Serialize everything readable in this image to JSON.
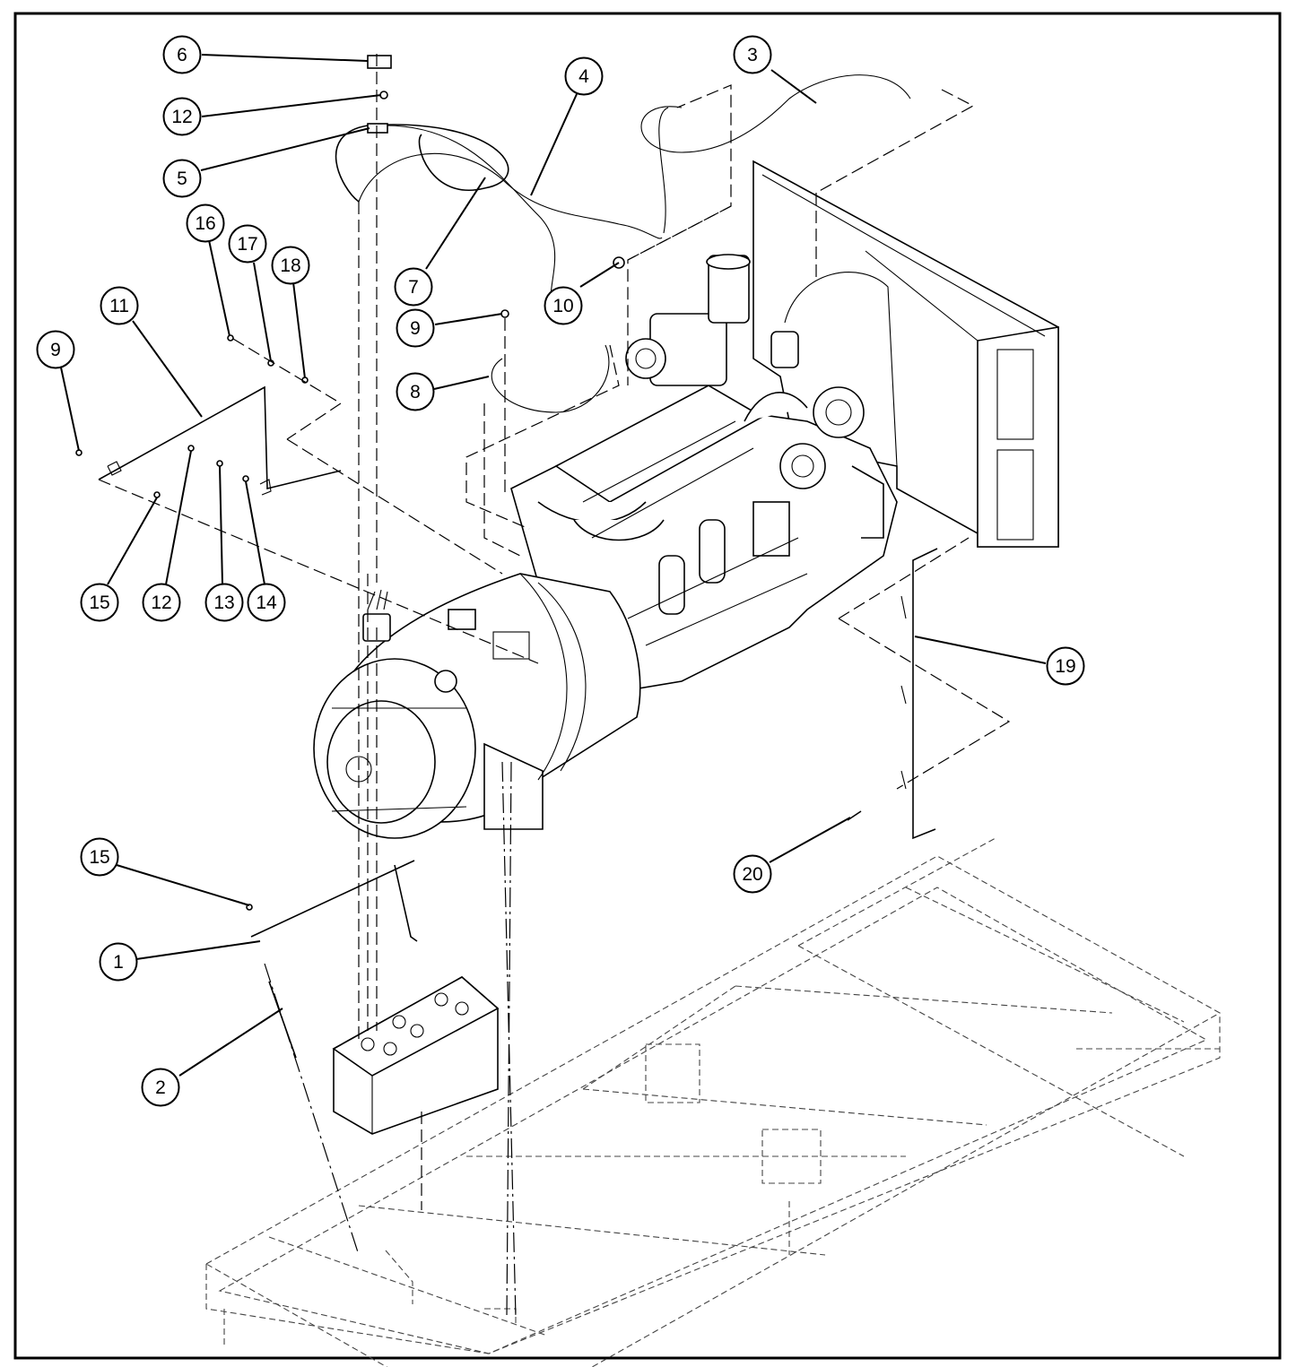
{
  "diagram": {
    "callouts": [
      {
        "id": "c6",
        "label": "6"
      },
      {
        "id": "c12a",
        "label": "12"
      },
      {
        "id": "c5",
        "label": "5"
      },
      {
        "id": "c16",
        "label": "16"
      },
      {
        "id": "c17",
        "label": "17"
      },
      {
        "id": "c18",
        "label": "18"
      },
      {
        "id": "c11",
        "label": "11"
      },
      {
        "id": "c9a",
        "label": "9"
      },
      {
        "id": "c15a",
        "label": "15"
      },
      {
        "id": "c12b",
        "label": "12"
      },
      {
        "id": "c13",
        "label": "13"
      },
      {
        "id": "c14",
        "label": "14"
      },
      {
        "id": "c4",
        "label": "4"
      },
      {
        "id": "c3",
        "label": "3"
      },
      {
        "id": "c7",
        "label": "7"
      },
      {
        "id": "c10",
        "label": "10"
      },
      {
        "id": "c9b",
        "label": "9"
      },
      {
        "id": "c8",
        "label": "8"
      },
      {
        "id": "c19",
        "label": "19"
      },
      {
        "id": "c20",
        "label": "20"
      },
      {
        "id": "c15b",
        "label": "15"
      },
      {
        "id": "c1",
        "label": "1"
      },
      {
        "id": "c2",
        "label": "2"
      }
    ]
  }
}
